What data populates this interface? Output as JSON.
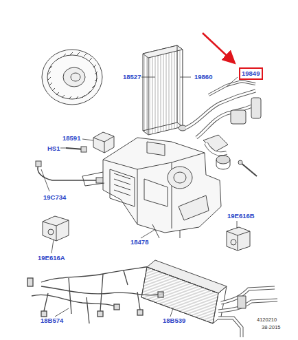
{
  "diagram": {
    "nodes": [
      {
        "text": [
          "19849"
        ]
      }
    ],
    "labels": [
      "18527",
      "19860",
      "18591",
      "HS1",
      "19C734",
      "19E616A",
      "18478",
      "19E616B",
      "18B574",
      "18B539",
      "4120210",
      "38-2015"
    ]
  }
}
